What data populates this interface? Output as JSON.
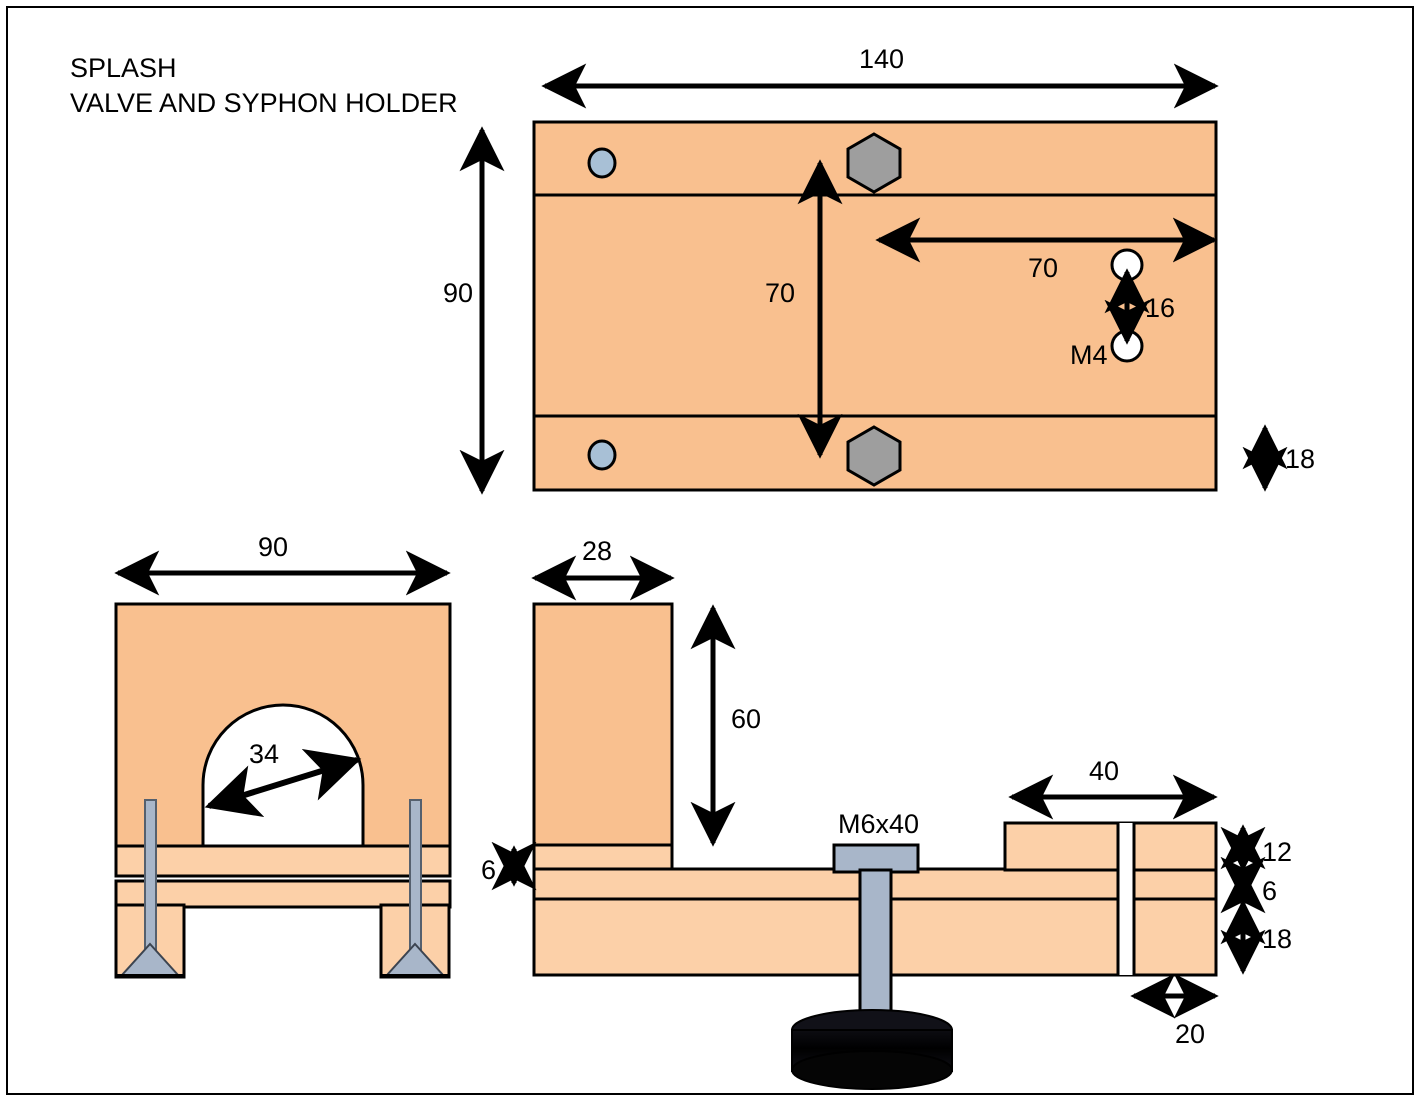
{
  "drawing": {
    "title_lines": [
      "SPLASH",
      "VALVE AND SYPHON HOLDER"
    ],
    "colors": {
      "wood": "#f9c08f",
      "wood_light": "#fcd0a8",
      "metal": "#a8b6c9",
      "nut_grey": "#9e9e9e",
      "outline": "#000000",
      "hole_white": "#ffffff",
      "foot_black": "#050505",
      "page_bg": "#ffffff"
    },
    "views": {
      "top": {
        "name": "top-view",
        "dimensions": {
          "width_label": "140",
          "height_label": "90",
          "vertical_70_label": "70",
          "horizontal_70_label": "70",
          "hole_spacing_label": "16",
          "thread_label": "M4",
          "thickness_label": "18"
        },
        "features": {
          "hex_nuts": 2,
          "pilot_holes": 2,
          "m4_holes": 2
        }
      },
      "front": {
        "name": "front-view",
        "dimensions": {
          "width_label": "90",
          "arch_label": "34"
        }
      },
      "side": {
        "name": "side-view",
        "dimensions": {
          "depth_label": "28",
          "upright_height_label": "60",
          "ledge_label": "6",
          "bolt_label": "M6x40",
          "right_block_width_label": "40",
          "top_layer_label": "12",
          "mid_layer_label": "6",
          "base_layer_label": "18",
          "slot_offset_label": "20"
        }
      }
    }
  }
}
